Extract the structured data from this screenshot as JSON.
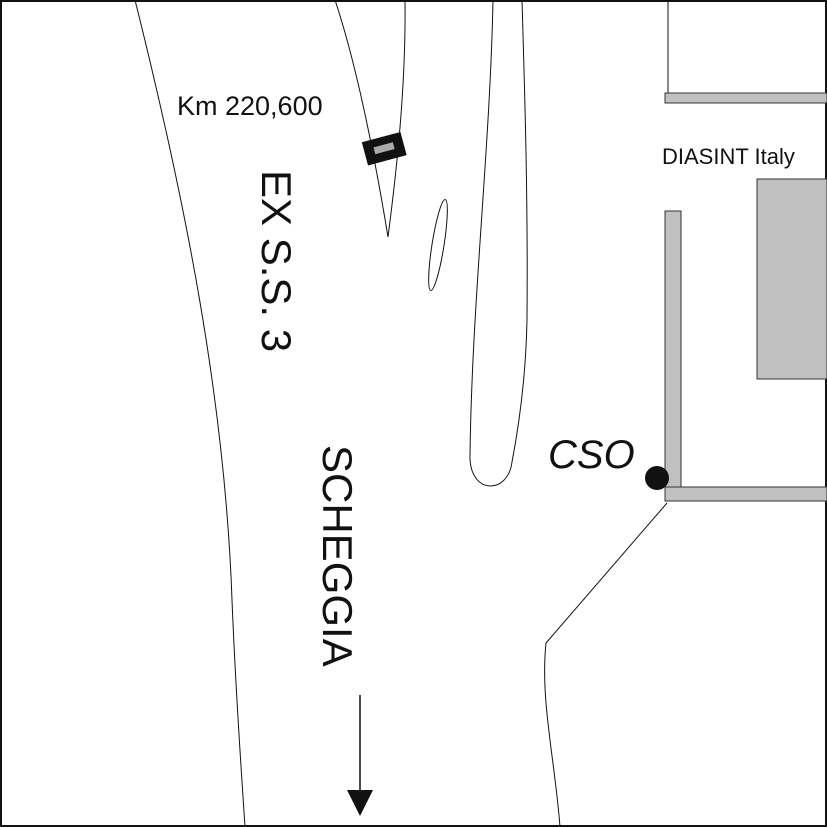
{
  "labels": {
    "km_marker": "Km 220,600",
    "company": "DIASINT Italy",
    "road": "EX S.S. 3",
    "direction": "SCHEGGIA",
    "station": "CSO"
  },
  "icons": {
    "km_sign": "milestone-sign-icon",
    "station": "station-dot-icon",
    "direction_arrow": "arrow-down-icon"
  },
  "colors": {
    "line": "#111111",
    "building": "#c0c0c0",
    "sign": "#111111",
    "sign_bar": "#aaaaaa"
  }
}
